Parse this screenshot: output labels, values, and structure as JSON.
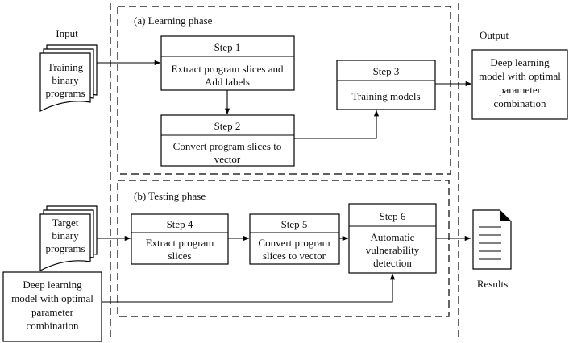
{
  "phases": {
    "learning": "(a) Learning phase",
    "testing": "(b) Testing phase"
  },
  "labels": {
    "input": "Input",
    "output": "Output",
    "results": "Results"
  },
  "docs": {
    "training": [
      "Training",
      "binary",
      "programs"
    ],
    "target": [
      "Target",
      "binary",
      "programs"
    ]
  },
  "steps": {
    "s1": {
      "title": "Step 1",
      "text": [
        "Extract program slices and",
        "Add labels"
      ]
    },
    "s2": {
      "title": "Step 2",
      "text": [
        "Convert program slices to",
        "vector"
      ]
    },
    "s3": {
      "title": "Step 3",
      "text": [
        "Training models"
      ]
    },
    "s4": {
      "title": "Step 4",
      "text": [
        "Extract program",
        "slices"
      ]
    },
    "s5": {
      "title": "Step 5",
      "text": [
        "Convert program",
        "slices to vector"
      ]
    },
    "s6": {
      "title": "Step 6",
      "text": [
        "Automatic",
        "vulnerability",
        "detection"
      ]
    }
  },
  "model_box_out": [
    "Deep learning",
    "model with optimal",
    "parameter",
    "combination"
  ],
  "model_box_in": [
    "Deep learning",
    "model with optimal",
    "parameter",
    "combination"
  ]
}
